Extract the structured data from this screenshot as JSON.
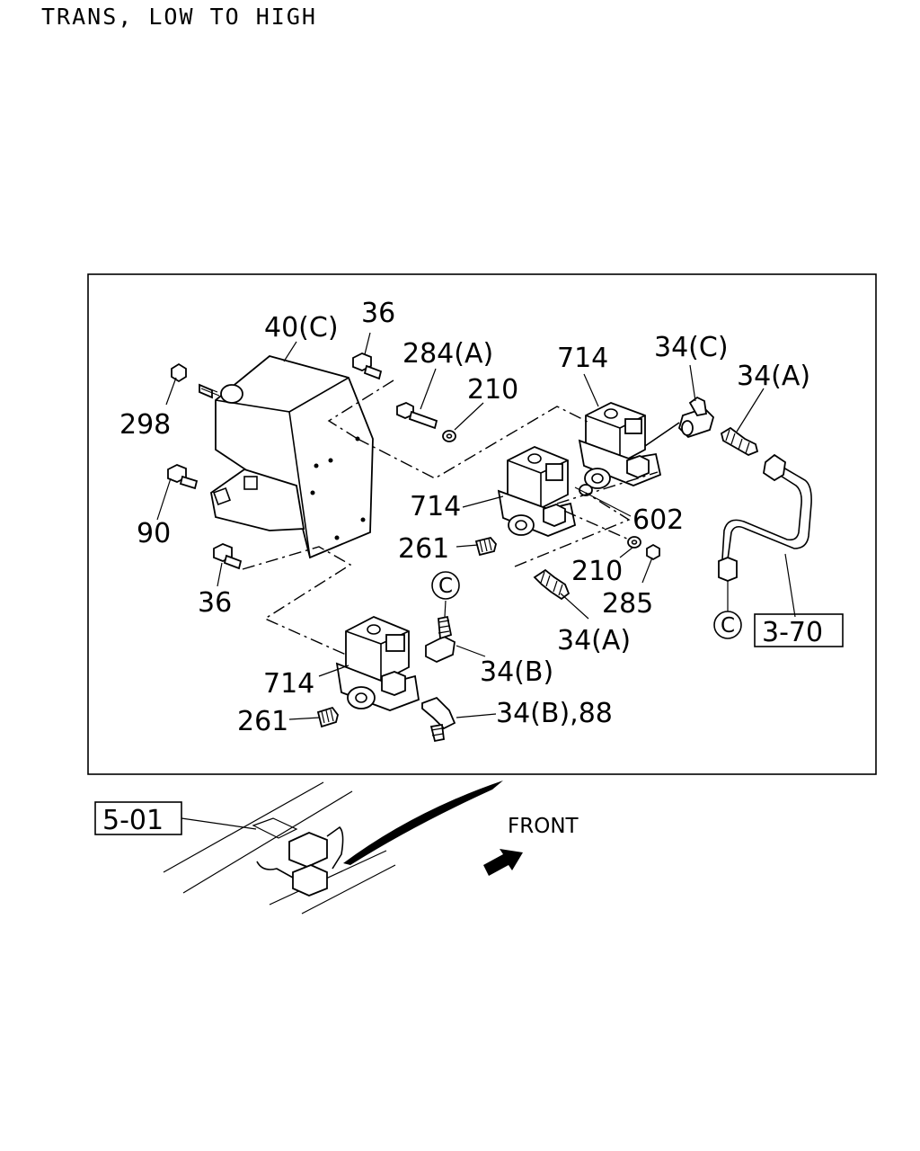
{
  "title": "TRANS, LOW TO HIGH",
  "direction_label": "FRONT",
  "ref_boxes": {
    "pipe_ref": "3-70",
    "location_ref": "5-01"
  },
  "circle_ref": "C",
  "callouts": {
    "bracket": "40(C)",
    "bolt_top": "36",
    "bolt_bottom": "36",
    "nut_298": "298",
    "bolt_90": "90",
    "bolt_284": "284(A)",
    "washer_210_top": "210",
    "washer_210_mid": "210",
    "nut_285": "285",
    "valve_top": "714",
    "valve_mid": "714",
    "valve_bottom": "714",
    "oring_602": "602",
    "plug_261_mid": "261",
    "plug_261_bottom": "261",
    "tee_34c": "34(C)",
    "union_34a_top": "34(A)",
    "union_34a_mid": "34(A)",
    "elbow_34b": "34(B)",
    "elbow_34b_88": "34(B),88"
  }
}
